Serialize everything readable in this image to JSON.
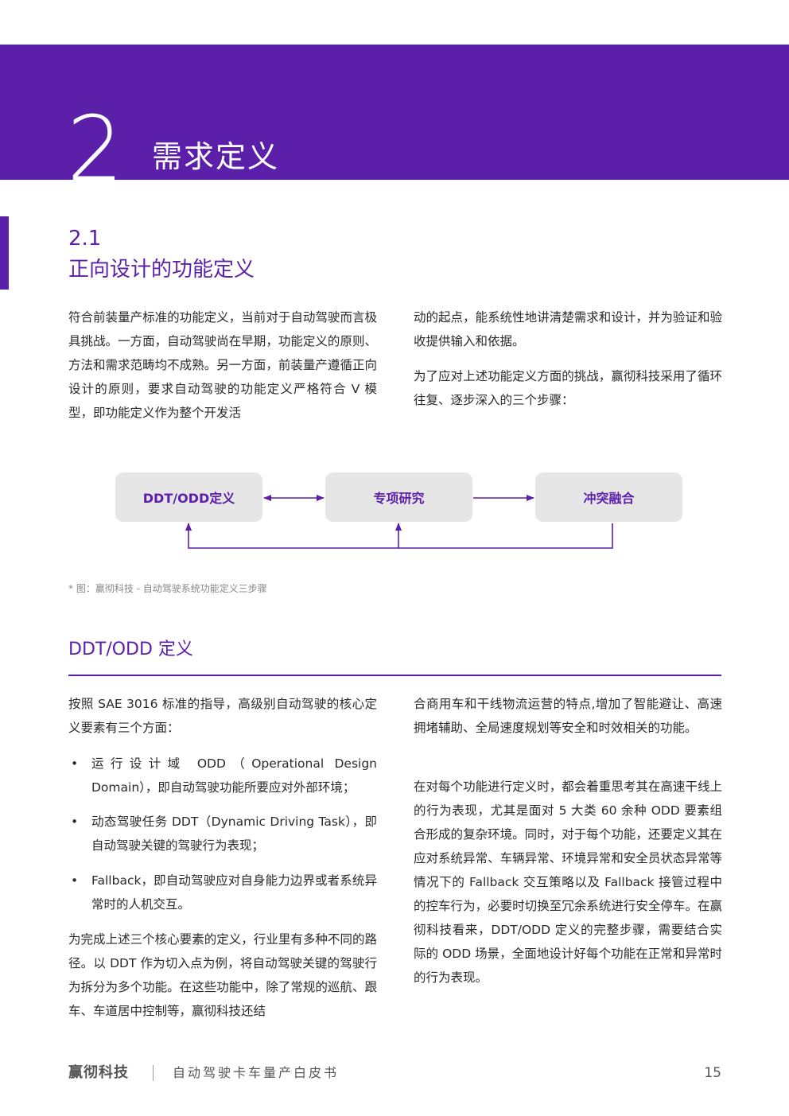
{
  "chapter": {
    "number": "2",
    "title": "需求定义"
  },
  "section": {
    "number": "2.1",
    "title": "正向设计的功能定义"
  },
  "intro": {
    "left": "符合前装量产标准的功能定义，当前对于自动驾驶而言极具挑战。一方面，自动驾驶尚在早期，功能定义的原则、方法和需求范畴均不成熟。另一方面，前装量产遵循正向设计的原则，要求自动驾驶的功能定义严格符合 V 模型，即功能定义作为整个开发活",
    "right_1": "动的起点，能系统性地讲清楚需求和设计，并为验证和验收提供输入和依据。",
    "right_2": "为了应对上述功能定义方面的挑战，赢彻科技采用了循环往复、逐步深入的三个步骤："
  },
  "flow": {
    "steps": [
      "DDT/ODD定义",
      "专项研究",
      "冲突融合"
    ],
    "caption": "* 图：赢彻科技 - 自动驾驶系统功能定义三步骤"
  },
  "subsection": {
    "title": "DDT/ODD 定义"
  },
  "body": {
    "left_intro": "按照 SAE 3016 标准的指导，高级别自动驾驶的核心定义要素有三个方面：",
    "bullets": [
      "运行设计域 ODD（Operational Design Domain），即自动驾驶功能所要应对外部环境；",
      "动态驾驶任务 DDT（Dynamic Driving Task），即自动驾驶关键的驾驶行为表现；",
      "Fallback，即自动驾驶应对自身能力边界或者系统异常时的人机交互。"
    ],
    "bullet_mark": "•",
    "left_outro": "为完成上述三个核心要素的定义，行业里有多种不同的路径。以 DDT 作为切入点为例，将自动驾驶关键的驾驶行为拆分为多个功能。在这些功能中，除了常规的巡航、跟车、车道居中控制等，赢彻科技还结",
    "right_1": "合商用车和干线物流运营的特点,增加了智能避让、高速拥堵辅助、全局速度规划等安全和时效相关的功能。",
    "right_2": "在对每个功能进行定义时，都会着重思考其在高速干线上的行为表现，尤其是面对 5 大类 60 余种 ODD 要素组合形成的复杂环境。同时，对于每个功能，还要定义其在应对系统异常、车辆异常、环境异常和安全员状态异常等情况下的 Fallback 交互策略以及 Fallback 接管过程中的控车行为，必要时切换至冗余系统进行安全停车。在赢彻科技看来，DDT/ODD 定义的完整步骤，需要结合实际的 ODD 场景，全面地设计好每个功能在正常和异常时的行为表现。"
  },
  "footer": {
    "brand": "赢彻科技",
    "doc_title": "自动驾驶卡车量产白皮书",
    "page": "15"
  },
  "colors": {
    "accent": "#5b1faa",
    "box": "#e6e6e6",
    "text": "#2a2a2a"
  }
}
